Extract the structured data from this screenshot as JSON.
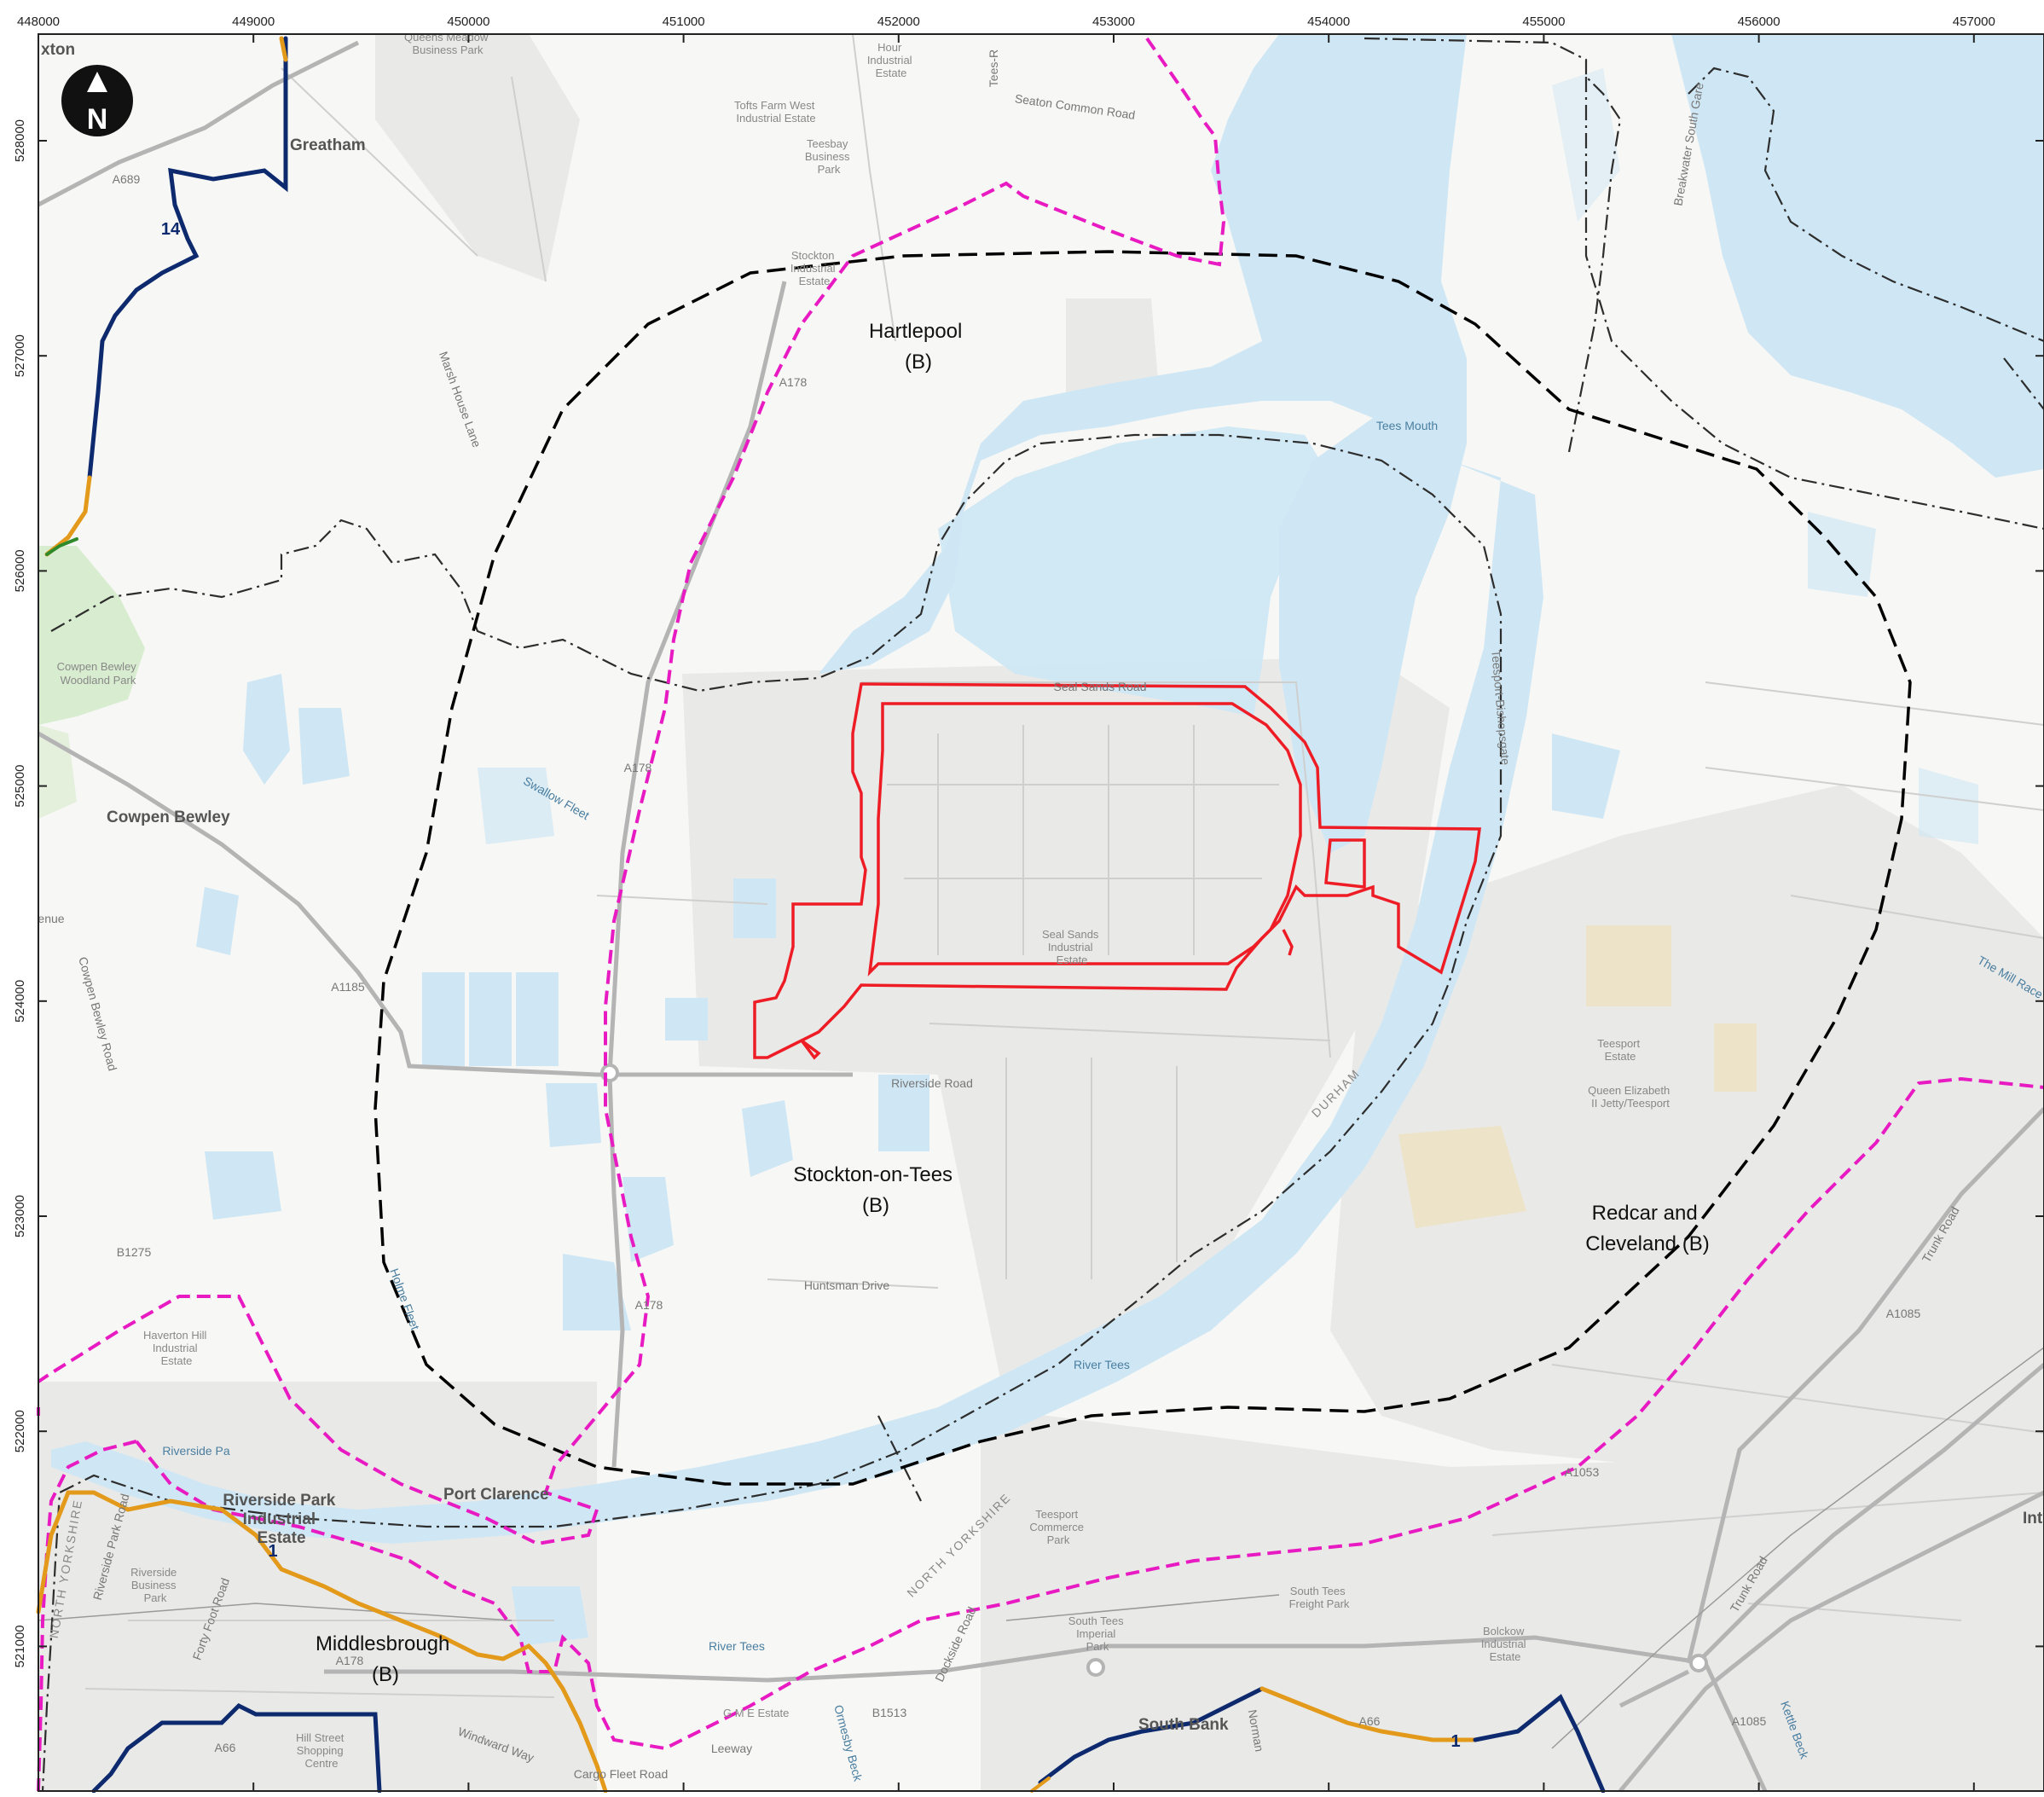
{
  "frame": {
    "x_ticks": [
      "448000",
      "449000",
      "450000",
      "451000",
      "452000",
      "453000",
      "454000",
      "455000",
      "456000",
      "457000"
    ],
    "y_ticks": [
      "528000",
      "527000",
      "526000",
      "525000",
      "524000",
      "523000",
      "522000",
      "521000"
    ]
  },
  "north_arrow": {
    "label": "N"
  },
  "authorities": {
    "hartlepool": [
      "Hartlepool",
      "(B)"
    ],
    "stockton": [
      "Stockton-on-Tees",
      "(B)"
    ],
    "redcar": [
      "Redcar and",
      "Cleveland (B)"
    ],
    "middlesbrough": [
      "Middlesbrough",
      "(B)"
    ]
  },
  "route_labels": {
    "r14": "14",
    "r1a": "1",
    "r1b": "1"
  },
  "places": {
    "greatham": "Greatham",
    "cowpen_bewley": "Cowpen Bewley",
    "port_clarence": "Port Clarence",
    "riverside_park": [
      "Riverside Park",
      "Industrial",
      "Estate"
    ],
    "south_bank": "South Bank",
    "aston": "xton",
    "inte": "Inte"
  },
  "pois": {
    "cowpen_woodland": [
      "Cowpen Bewley",
      "Woodland Park"
    ],
    "tofts_farm": [
      "Tofts Farm West",
      "Industrial Estate"
    ],
    "teesbay": [
      "Teesbay",
      "Business",
      "Park"
    ],
    "graythorp": [
      "Hour",
      "Industrial",
      "Estate"
    ],
    "queens_meadow": [
      "Queens Meadow",
      "Business Park"
    ],
    "stockton_ind": [
      "Stockton",
      "Industrial",
      "Estate"
    ],
    "seal_sands": [
      "Seal Sands",
      "Industrial",
      "Estate"
    ],
    "teesport_estate": [
      "Teesport",
      "Estate"
    ],
    "queen_elizabeth": [
      "Queen Elizabeth",
      "II Jetty/Teesport"
    ],
    "haverton": [
      "Haverton Hill",
      "Industrial",
      "Estate"
    ],
    "riverside_business": [
      "Riverside",
      "Business",
      "Park"
    ],
    "hill_street": [
      "Hill Street",
      "Shopping",
      "Centre"
    ],
    "teesport_commerce": [
      "Teesport",
      "Commerce",
      "Park"
    ],
    "south_tees_imperial": [
      "South Tees",
      "Imperial",
      "Park"
    ],
    "south_tees_freight": [
      "South Tees",
      "Freight Park"
    ],
    "bolckow": [
      "Bolckow",
      "Industrial",
      "Estate"
    ],
    "gme": "G M E Estate"
  },
  "roads": {
    "seaton_common": "Seaton Common Road",
    "seal_sands_road": "Seal Sands Road",
    "riverside_road": "Riverside Road",
    "huntsman_drive": "Huntsman Drive",
    "marsh_house": "Marsh House Lane",
    "cowpen_bewley_road": "Cowpen Bewley Road",
    "a689": "A689",
    "a178a": "A178",
    "a178b": "A178",
    "a178c": "A178",
    "a178d": "A178",
    "a1185": "A1185",
    "b1275": "B1275",
    "a1085a": "A1085",
    "a1085b": "A1085",
    "a1053": "A1053",
    "a66a": "A66",
    "a66b": "A66",
    "b1513": "B1513",
    "tees_road": "Tees-R",
    "trunk_road_a": "Trunk Road",
    "trunk_road_b": "Trunk Road",
    "forty_foot": "Forty Foot Road",
    "dockside": "Dockside Road",
    "normanby": "Norman",
    "cargo_fleet": "Cargo Fleet Road",
    "windward": "Windward Way",
    "leeway": "Leeway",
    "riverside_park_road": "Riverside Park Road",
    "breakwater": "Breakwater South Gare",
    "teesport_bishopsgate": "Teesport-Bishopsgate"
  },
  "water": {
    "tees_mouth": "Tees Mouth",
    "river_tees_a": "River Tees",
    "river_tees_b": "River Tees",
    "swallow_fleet": "Swallow Fleet",
    "holme_fleet": "Holme Fleet",
    "the_mill_race": "The Mill Race",
    "ormesby_beck": "Ormesby Beck",
    "kettle_beck": "Kettle Beck",
    "riverside_pond": "Riverside Pa"
  },
  "admin_text": {
    "durham": "DURHAM",
    "north_yorkshire_a": "NORTH YORKSHIRE",
    "north_yorkshire_b": "NORTH YORKSHIRE",
    "venue": "enue"
  },
  "colors": {
    "water": "#cfe7f4",
    "industrial": "#e8e8e8",
    "park": "#d8ecd0",
    "site_boundary": "#ee1c25",
    "study_area": "#000000",
    "authority_boundary": "#e81bc2",
    "county_boundary": "#333333",
    "route_navy": "#0e2a6e",
    "route_orange": "#e39a1a"
  }
}
